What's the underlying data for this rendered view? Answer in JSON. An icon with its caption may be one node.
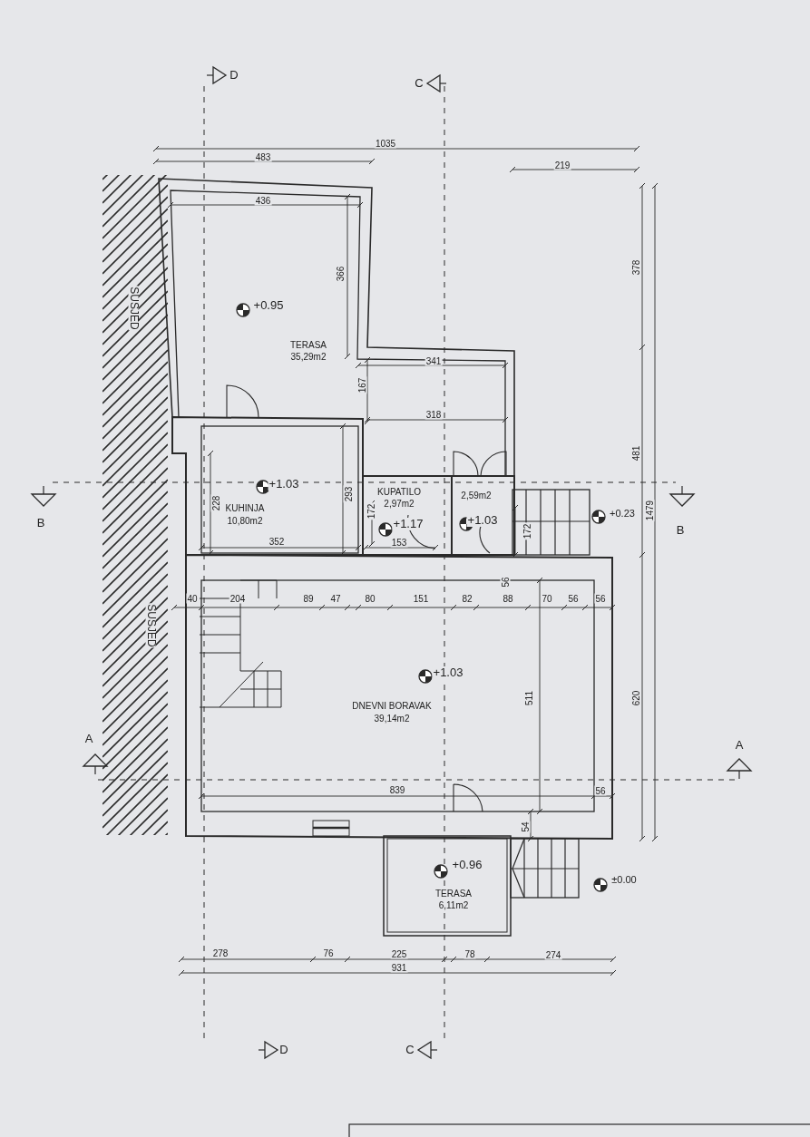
{
  "diagram": {
    "nodes": [
      {
        "text": [
          "+0.95",
          "TERASA",
          "35,29m2"
        ]
      },
      {
        "text": [
          "+1.03",
          "KUHINJA",
          "10,80m2"
        ]
      },
      {
        "text": [
          "KUPATILO",
          "2,97m2",
          "+1.17"
        ]
      },
      {
        "text": [
          "2,59m2",
          "+1.03"
        ]
      },
      {
        "text": [
          "+1.03",
          "DNEVNI BORAVAK",
          "39,14m2"
        ]
      },
      {
        "text": [
          "+0.96",
          "TERASA",
          "6,11m2"
        ]
      }
    ],
    "edges": [],
    "labels": [
      "D",
      "C",
      "1035",
      "483",
      "219",
      "436",
      "366",
      "378",
      "341",
      "167",
      "318",
      "481",
      "SUSJED",
      "228",
      "293",
      "172",
      "153",
      "172",
      "+0.23",
      "1479",
      "B",
      "B",
      "352",
      "56",
      "40",
      "204",
      "89",
      "47",
      "80",
      "151",
      "82",
      "88",
      "70",
      "56",
      "56",
      "SUSJED",
      "511",
      "620",
      "A",
      "A",
      "839",
      "56",
      "54",
      "±0.00",
      "278",
      "76",
      "225",
      "78",
      "274",
      "931",
      "D",
      "C"
    ]
  }
}
